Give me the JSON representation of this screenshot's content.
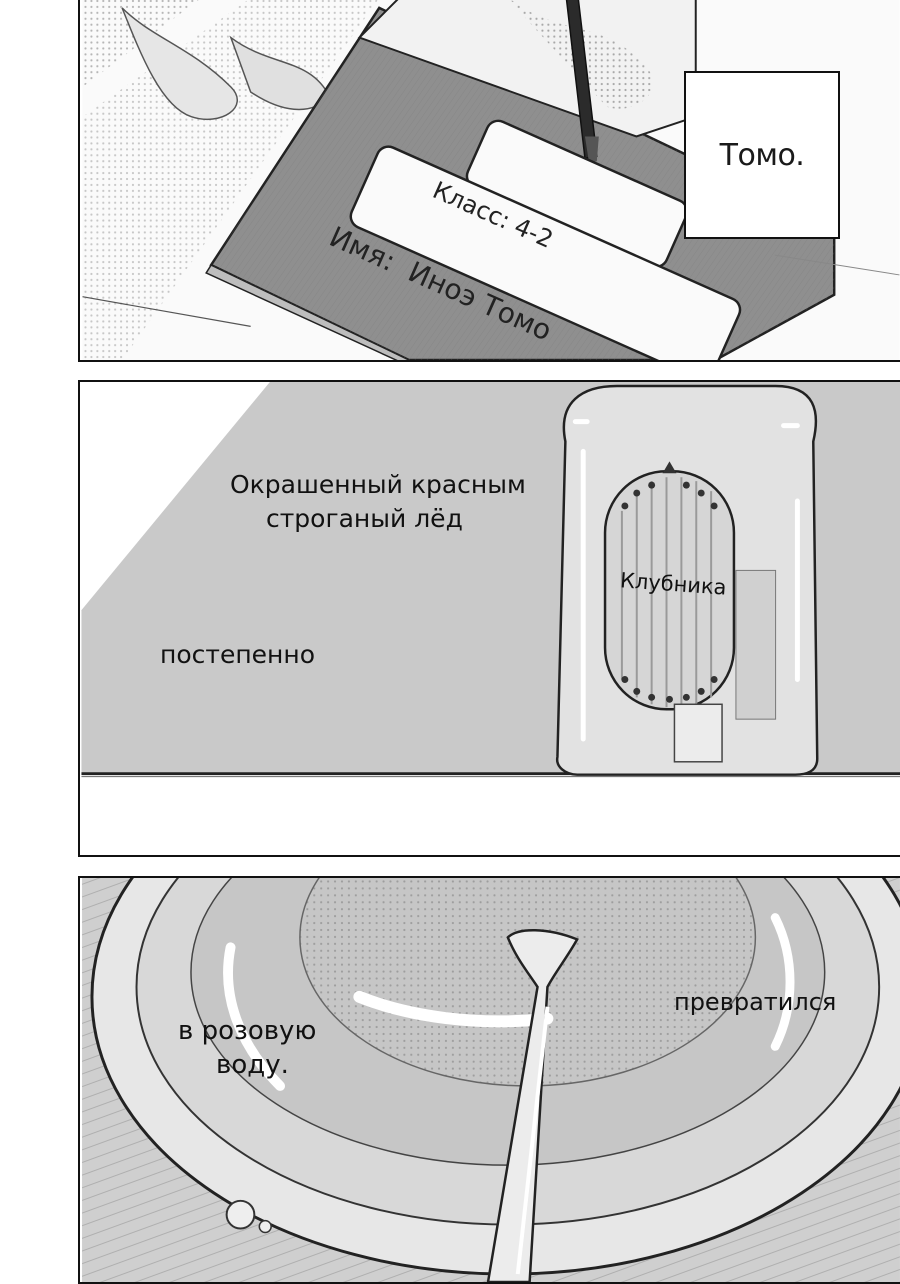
{
  "panel1": {
    "notebook_class": "Класс: 4-2",
    "notebook_name": "Имя:  Иноэ Томо",
    "caption": "Томо."
  },
  "panel2": {
    "caption_line1": "Окрашенный красным",
    "caption_line2": "строганый лёд",
    "caption_gradually": "постепенно",
    "popsicle_label": "Клубника"
  },
  "panel3": {
    "caption_turned": "превратился",
    "caption_into_line1": "в розовую",
    "caption_into_line2": "воду."
  }
}
